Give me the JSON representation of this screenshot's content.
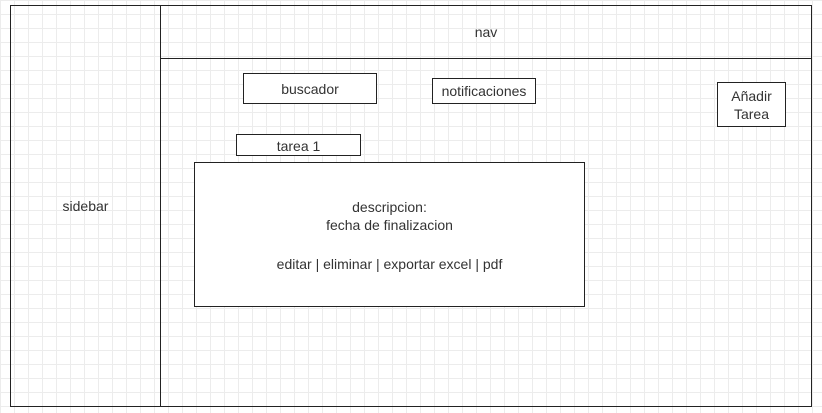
{
  "sidebar": {
    "label": "sidebar"
  },
  "nav": {
    "label": "nav"
  },
  "search": {
    "label": "buscador"
  },
  "notifications": {
    "label": "notificaciones"
  },
  "add_task": {
    "line1": "Añadir",
    "line2": "Tarea"
  },
  "task": {
    "title": "tarea 1",
    "description_label": "descripcion:",
    "date_label": "fecha de finalizacion",
    "actions": "editar | eliminar | exportar excel | pdf"
  }
}
